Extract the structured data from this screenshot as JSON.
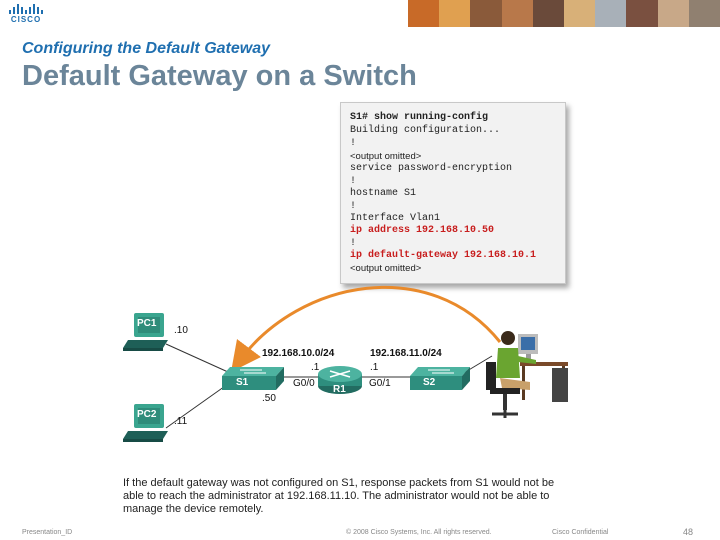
{
  "header": {
    "logo_text": "CISCO",
    "colors": {
      "brand": "#1f6fb0",
      "title_gray": "#6b8599",
      "highlight_red": "#c81e1e",
      "link_orange": "#e98a2b"
    }
  },
  "slide": {
    "subtitle": "Configuring the Default Gateway",
    "title": "Default Gateway on a Switch"
  },
  "console": {
    "lines": [
      "S1# show running-config",
      "Building configuration...",
      "!",
      "<output omitted>",
      "service password-encryption",
      "!",
      "hostname S1",
      "!",
      "Interface Vlan1",
      "ip address 192.168.10.50",
      "!",
      "ip default-gateway 192.168.10.1",
      "<output omitted>"
    ]
  },
  "diagram": {
    "pc1_label": "PC1",
    "pc2_label": "PC2",
    "s1_label": "S1",
    "s2_label": "S2",
    "r1_label": "R1",
    "pc1_host": ".10",
    "pc2_host": ".11",
    "s1_host": ".50",
    "net_left": "192.168.10.0/24",
    "net_right": "192.168.11.0/24",
    "r1_left_host": ".1",
    "r1_right_host": ".1",
    "r1_g00": "G0/0",
    "r1_g01": "G0/1"
  },
  "caption": {
    "text": "If the default gateway was not configured on S1, response packets from S1 would not be able to reach the administrator at 192.168.11.10. The administrator would not be able to manage the device remotely."
  },
  "footer": {
    "left": "Presentation_ID",
    "center": "© 2008 Cisco Systems, Inc. All rights reserved.",
    "right": "Cisco Confidential",
    "page": "48"
  }
}
